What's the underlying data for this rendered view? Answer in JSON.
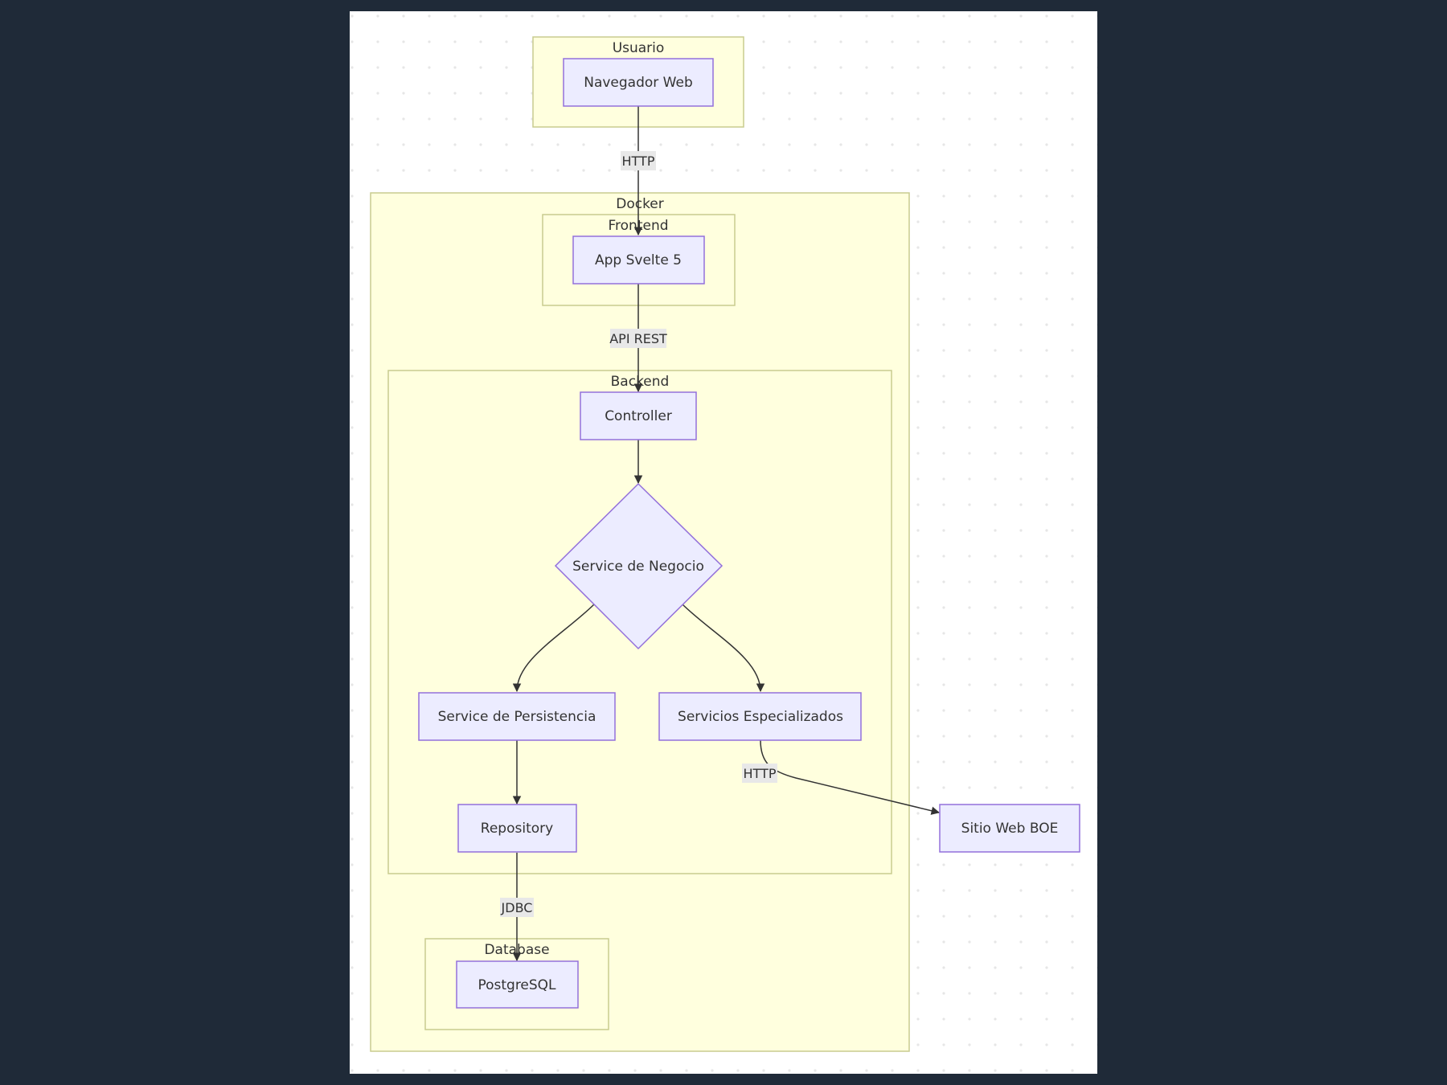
{
  "colors": {
    "background": "#1f2a38",
    "canvas": "#ffffff",
    "grid_dot": "#e6e6e6",
    "cluster_fill": "#ffffde",
    "cluster_stroke": "#c8cc8f",
    "node_fill": "#ececff",
    "node_stroke": "#9370db",
    "edge": "#333333",
    "edge_label_bg": "#e8e8e8",
    "text": "#333333"
  },
  "clusters": {
    "usuario": "Usuario",
    "docker": "Docker",
    "frontend": "Frontend",
    "backend": "Backend",
    "database": "Database"
  },
  "nodes": {
    "navegador": "Navegador Web",
    "svelte": "App Svelte 5",
    "controller": "Controller",
    "negocio": "Service de Negocio",
    "persistencia": "Service de Persistencia",
    "especializados": "Servicios Especializados",
    "repository": "Repository",
    "postgres": "PostgreSQL",
    "boe": "Sitio Web BOE"
  },
  "edges": {
    "http_user": "HTTP",
    "api_rest": "API REST",
    "jdbc": "JDBC",
    "http_boe": "HTTP"
  }
}
